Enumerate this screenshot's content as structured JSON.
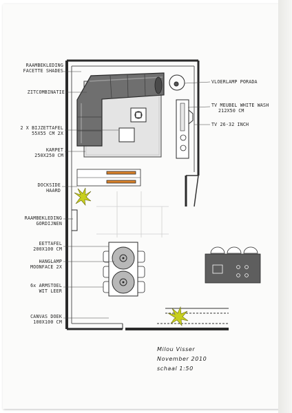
{
  "labels": {
    "raambekleding_shades": [
      "RAAMBEKLEDING",
      "FACETTE SHADES"
    ],
    "zithoekbank": "ZITCOMBINATIE",
    "bijzettafel": [
      "2 X BIJZETTAFEL",
      "55X55 CM 2X"
    ],
    "karpet": [
      "KARPET",
      "250X250 CM"
    ],
    "dockside_haard": [
      "DOCKSIDE",
      "HAARD"
    ],
    "raambekleding_gordijnen": [
      "RAAMBEKLEDING",
      "GORDIJNEN"
    ],
    "eettafel": [
      "EETTAFEL",
      "200X100 CM"
    ],
    "hanglamp": [
      "HANGLAMP",
      "MOONFACE 2X"
    ],
    "armstoel": [
      "6x ARMSTOEL",
      "WIT LEER"
    ],
    "canvas_doek": [
      "CANVAS DOEK",
      "100X100 CM"
    ],
    "vloerlamp": "VLOERLAMP PORADA",
    "tv_meubel": [
      "TV MEUBEL WHITE WASH",
      "212X50 CM"
    ],
    "tv": "TV 26-32 INCH"
  },
  "signature": {
    "name": "Milou Visser",
    "date": "November 2010",
    "scale": "schaal 1:50"
  },
  "colors": {
    "sofa": "#6f6f6f",
    "rug": "#e4e4e4",
    "wall": "#2a2a2a",
    "wood": "#d9822b",
    "plant": "#c8cf1e",
    "table": "#b8b8b8",
    "kitchen": "#5e5e5e"
  }
}
